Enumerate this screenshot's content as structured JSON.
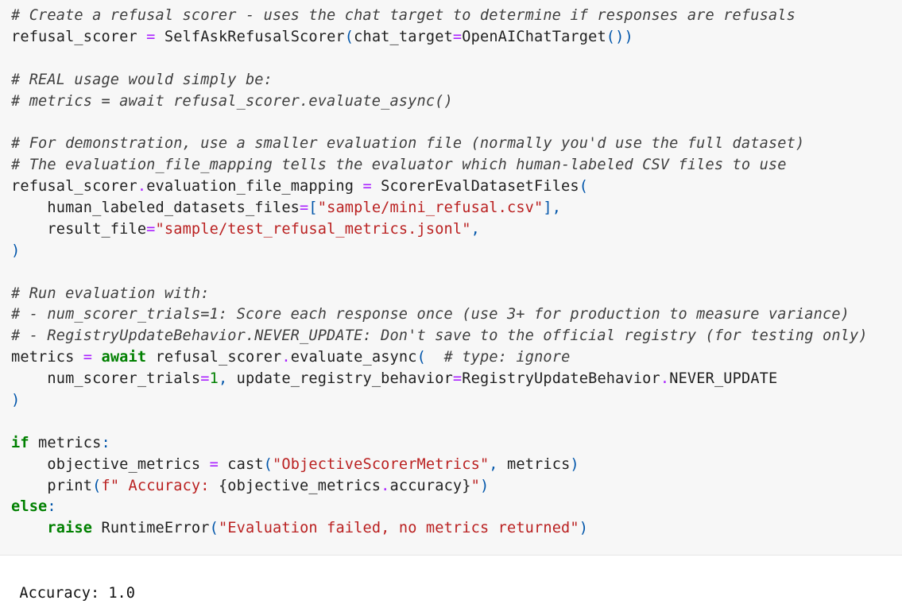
{
  "code_cell": {
    "lines": [
      [
        {
          "t": "comment",
          "v": "# Create a refusal scorer - uses the chat target to determine if responses are refusals"
        }
      ],
      [
        {
          "t": "name",
          "v": "refusal_scorer "
        },
        {
          "t": "operator",
          "v": "="
        },
        {
          "t": "name",
          "v": " SelfAskRefusalScorer"
        },
        {
          "t": "punct",
          "v": "("
        },
        {
          "t": "name",
          "v": "chat_target"
        },
        {
          "t": "operator",
          "v": "="
        },
        {
          "t": "name",
          "v": "OpenAIChatTarget"
        },
        {
          "t": "punct",
          "v": "())"
        }
      ],
      [],
      [
        {
          "t": "comment",
          "v": "# REAL usage would simply be:"
        }
      ],
      [
        {
          "t": "comment",
          "v": "# metrics = await refusal_scorer.evaluate_async()"
        }
      ],
      [],
      [
        {
          "t": "comment",
          "v": "# For demonstration, use a smaller evaluation file (normally you'd use the full dataset)"
        }
      ],
      [
        {
          "t": "comment",
          "v": "# The evaluation_file_mapping tells the evaluator which human-labeled CSV files to use"
        }
      ],
      [
        {
          "t": "name",
          "v": "refusal_scorer"
        },
        {
          "t": "operator",
          "v": "."
        },
        {
          "t": "name",
          "v": "evaluation_file_mapping "
        },
        {
          "t": "operator",
          "v": "="
        },
        {
          "t": "name",
          "v": " ScorerEvalDatasetFiles"
        },
        {
          "t": "punct",
          "v": "("
        }
      ],
      [
        {
          "t": "name",
          "v": "    human_labeled_datasets_files"
        },
        {
          "t": "operator",
          "v": "="
        },
        {
          "t": "punct",
          "v": "["
        },
        {
          "t": "string",
          "v": "\"sample/mini_refusal.csv\""
        },
        {
          "t": "punct",
          "v": "],"
        }
      ],
      [
        {
          "t": "name",
          "v": "    result_file"
        },
        {
          "t": "operator",
          "v": "="
        },
        {
          "t": "string",
          "v": "\"sample/test_refusal_metrics.jsonl\""
        },
        {
          "t": "punct",
          "v": ","
        }
      ],
      [
        {
          "t": "punct",
          "v": ")"
        }
      ],
      [],
      [
        {
          "t": "comment",
          "v": "# Run evaluation with:"
        }
      ],
      [
        {
          "t": "comment",
          "v": "# - num_scorer_trials=1: Score each response once (use 3+ for production to measure variance)"
        }
      ],
      [
        {
          "t": "comment",
          "v": "# - RegistryUpdateBehavior.NEVER_UPDATE: Don't save to the official registry (for testing only)"
        }
      ],
      [
        {
          "t": "name",
          "v": "metrics "
        },
        {
          "t": "operator",
          "v": "="
        },
        {
          "t": "name",
          "v": " "
        },
        {
          "t": "keyword",
          "v": "await"
        },
        {
          "t": "name",
          "v": " refusal_scorer"
        },
        {
          "t": "operator",
          "v": "."
        },
        {
          "t": "name",
          "v": "evaluate_async"
        },
        {
          "t": "punct",
          "v": "("
        },
        {
          "t": "name",
          "v": "  "
        },
        {
          "t": "comment",
          "v": "# type: ignore"
        }
      ],
      [
        {
          "t": "name",
          "v": "    num_scorer_trials"
        },
        {
          "t": "operator",
          "v": "="
        },
        {
          "t": "number",
          "v": "1"
        },
        {
          "t": "punct",
          "v": ","
        },
        {
          "t": "name",
          "v": " update_registry_behavior"
        },
        {
          "t": "operator",
          "v": "="
        },
        {
          "t": "name",
          "v": "RegistryUpdateBehavior"
        },
        {
          "t": "operator",
          "v": "."
        },
        {
          "t": "name",
          "v": "NEVER_UPDATE"
        }
      ],
      [
        {
          "t": "punct",
          "v": ")"
        }
      ],
      [],
      [
        {
          "t": "keyword",
          "v": "if"
        },
        {
          "t": "name",
          "v": " metrics"
        },
        {
          "t": "punct",
          "v": ":"
        }
      ],
      [
        {
          "t": "name",
          "v": "    objective_metrics "
        },
        {
          "t": "operator",
          "v": "="
        },
        {
          "t": "name",
          "v": " cast"
        },
        {
          "t": "punct",
          "v": "("
        },
        {
          "t": "string",
          "v": "\"ObjectiveScorerMetrics\""
        },
        {
          "t": "punct",
          "v": ","
        },
        {
          "t": "name",
          "v": " metrics"
        },
        {
          "t": "punct",
          "v": ")"
        }
      ],
      [
        {
          "t": "name",
          "v": "    print"
        },
        {
          "t": "punct",
          "v": "("
        },
        {
          "t": "string",
          "v": "f\" Accuracy: "
        },
        {
          "t": "name",
          "v": "{objective_metrics"
        },
        {
          "t": "operator",
          "v": "."
        },
        {
          "t": "name",
          "v": "accuracy}"
        },
        {
          "t": "string",
          "v": "\""
        },
        {
          "t": "punct",
          "v": ")"
        }
      ],
      [
        {
          "t": "keyword",
          "v": "else"
        },
        {
          "t": "punct",
          "v": ":"
        }
      ],
      [
        {
          "t": "name",
          "v": "    "
        },
        {
          "t": "keyword",
          "v": "raise"
        },
        {
          "t": "name",
          "v": " RuntimeError"
        },
        {
          "t": "punct",
          "v": "("
        },
        {
          "t": "string",
          "v": "\"Evaluation failed, no metrics returned\""
        },
        {
          "t": "punct",
          "v": ")"
        }
      ]
    ]
  },
  "output": {
    "text": "Accuracy: 1.0"
  },
  "colors": {
    "cell_background": "#f7f7f7",
    "comment": "#3f3f3f",
    "keyword": "#008000",
    "string": "#ba2121",
    "operator": "#aa22ff",
    "punct": "#0055aa"
  }
}
